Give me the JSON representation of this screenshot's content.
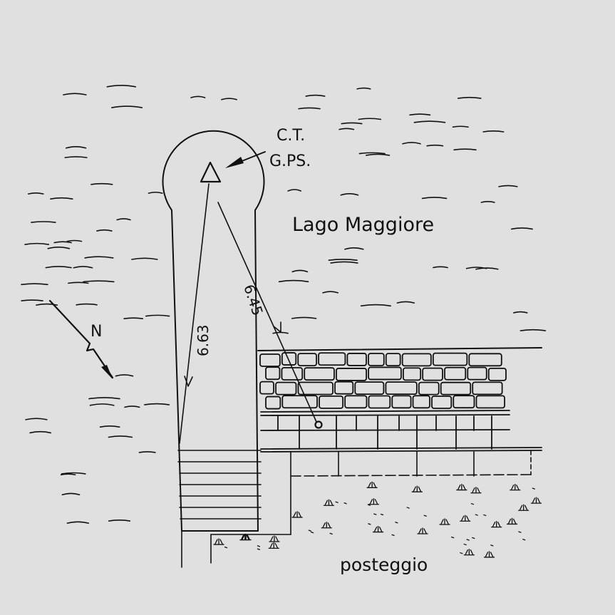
{
  "labels": {
    "station_line1": "C.T.",
    "station_line2": "G.PS.",
    "lake": "Lago Maggiore",
    "parking": "posteggio",
    "north": "N"
  },
  "distances": {
    "left": "6.63",
    "right": "6.45"
  },
  "colors": {
    "paper": "#e0e0e0",
    "ink": "#111111"
  }
}
